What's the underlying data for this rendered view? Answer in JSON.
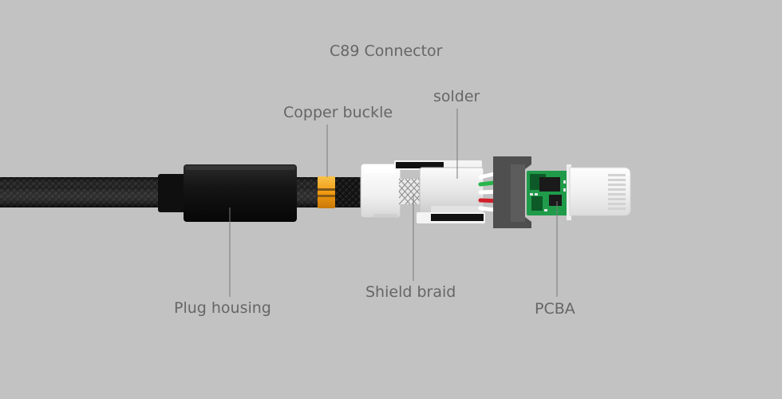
{
  "diagram": {
    "title": "C89 Connector",
    "labels": {
      "copper_buckle": "Copper buckle",
      "solder": "solder",
      "plug_housing": "Plug housing",
      "shield_braid": "Shield braid",
      "pcba": "PCBA"
    }
  },
  "colors": {
    "background": "#c2c2c2",
    "label_text": "#666666",
    "cable": "#141414",
    "copper_buckle": "#f2a81d",
    "pcb": "#1f9b4a",
    "connector_frame": "#4f4f4f",
    "wire_green": "#29b44a",
    "wire_red": "#d0202a"
  }
}
